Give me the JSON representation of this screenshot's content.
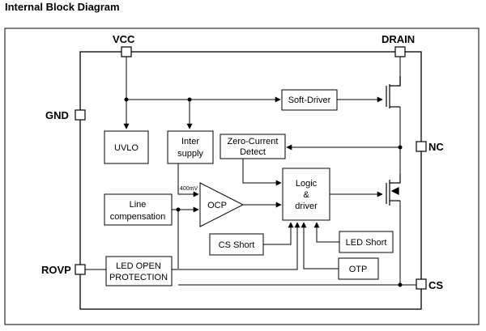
{
  "title": "Internal Block Diagram",
  "pins": {
    "vcc": "VCC",
    "drain": "DRAIN",
    "gnd": "GND",
    "nc": "NC",
    "rovp": "ROVP",
    "cs": "CS"
  },
  "blocks": {
    "soft_driver": "Soft-Driver",
    "uvlo": "UVLO",
    "inter_supply": [
      "Inter",
      "supply"
    ],
    "zero_current": [
      "Zero-Current",
      "Detect"
    ],
    "ocp": "OCP",
    "ocp_ref": "400mV",
    "logic_driver": [
      "Logic",
      "&",
      "driver"
    ],
    "line_comp": [
      "Line",
      "compensation"
    ],
    "cs_short": "CS Short",
    "led_short": "LED Short",
    "led_open": [
      "LED OPEN",
      "PROTECTION"
    ],
    "otp": "OTP"
  }
}
